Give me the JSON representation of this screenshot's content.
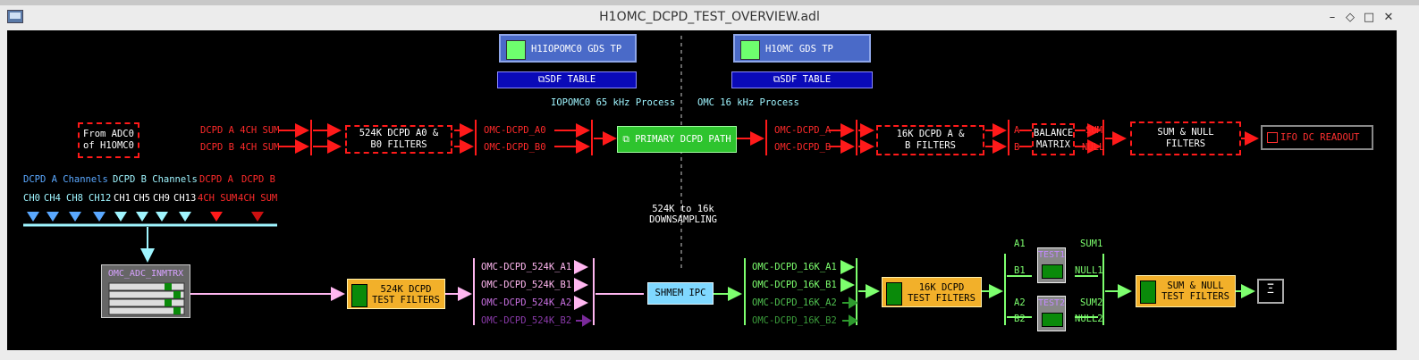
{
  "window": {
    "title": "H1OMC_DCPD_TEST_OVERVIEW.adl",
    "minimize_icon": "minimize-icon",
    "close_icon": "close-icon"
  },
  "gds_buttons": [
    {
      "label": "H1IOPOMC0 GDS TP"
    },
    {
      "label": "H1OMC GDS TP"
    }
  ],
  "sdf_buttons": [
    {
      "label": "SDF TABLE"
    },
    {
      "label": "SDF TABLE"
    }
  ],
  "process_labels": {
    "iop": "IOPOMC0 65 kHz Process",
    "omc": "OMC 16 kHz Process"
  },
  "top_path": {
    "from_adc": "From ADC0 of H1OMC0",
    "dcpd_a_in": "DCPD A  4CH SUM",
    "dcpd_b_in": "DCPD B  4CH SUM",
    "filters_524k": "524K DCPD A0 & B0 FILTERS",
    "omc_a0": "OMC-DCPD_A0",
    "omc_b0": "OMC-DCPD_B0",
    "primary": "PRIMARY DCPD PATH",
    "omc_a": "OMC-DCPD_A",
    "omc_b": "OMC-DCPD_B",
    "filters_16k": "16K DCPD A & B FILTERS",
    "a": "A",
    "b": "B",
    "balance": "BALANCE MATRIX",
    "sum": "SUM",
    "null": "NULL",
    "sum_null": "SUM & NULL FILTERS",
    "ifo": "IFO DC READOUT"
  },
  "channels": {
    "a_title": "DCPD A Channels",
    "b_title": "DCPD B Channels",
    "a_sum_title": "DCPD A",
    "b_sum_title": "DCPD B",
    "list": [
      "CH0",
      "CH4",
      "CH8",
      "CH12",
      "CH1",
      "CH5",
      "CH9",
      "CH13",
      "4CH SUM",
      "4CH SUM"
    ]
  },
  "downsampling": "524K to 16k DOWNSAMPLING",
  "bottom_path": {
    "inmtrx": "OMC_ADC_INMTRX",
    "filters_524k_test": "524K DCPD TEST FILTERS",
    "ch_524k": [
      "OMC-DCPD_524K_A1",
      "OMC-DCPD_524K_B1",
      "OMC-DCPD_524K_A2",
      "OMC-DCPD_524K_B2"
    ],
    "shmem": "SHMEM IPC",
    "ch_16k": [
      "OMC-DCPD_16K_A1",
      "OMC-DCPD_16K_B1",
      "OMC-DCPD_16K_A2",
      "OMC-DCPD_16K_B2"
    ],
    "filters_16k_test": "16K DCPD TEST FILTERS",
    "a1": "A1",
    "b1": "B1",
    "a2": "A2",
    "b2": "B2",
    "test1": "TEST1",
    "test2": "TEST2",
    "sum1": "SUM1",
    "null1": "NULL1",
    "sum2": "SUM2",
    "null2": "NULL2",
    "sum_null_test": "SUM & NULL TEST FILTERS",
    "end_symbol": "Ξ"
  },
  "colors": {
    "red": "#ff1a1a",
    "green": "#7dff6e",
    "pink": "#ffb6f0",
    "cyan": "#9ff5ff",
    "blue": "#5aa8ff",
    "purple": "#b04bd0"
  }
}
